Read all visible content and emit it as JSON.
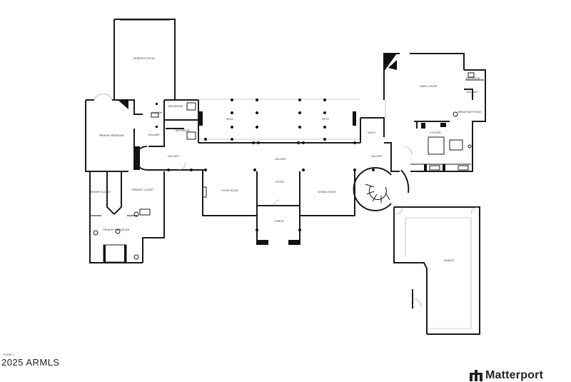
{
  "floorplan": {
    "rooms": {
      "workout_room": "WORKOUT ROOM",
      "primary_bedroom": "PRIMARY BEDROOM",
      "bathroom_top": "BATHROOM",
      "bathroom_mid": "BATHROOM",
      "hallway_left": "HALLWAY",
      "hallway_small": "HALLWAY",
      "patio_left": "PATIO",
      "patio_right": "PATIO",
      "gallery_left": "GALLERY",
      "gallery_center": "GALLERY",
      "gallery_right": "GALLERY",
      "primary_closet_left": "PRIMARY CLOSET",
      "primary_closet_right": "PRIMARY CLOSET",
      "primary_bathroom": "PRIMARY BATHROOM",
      "living_room": "LIVING ROOM",
      "foyer": "FOYER",
      "dining_room": "DINING ROOM",
      "porch": "PORCH",
      "vanity": "VANITY",
      "family_room": "FAMILY ROOM",
      "bathroom_right": "BATHROOM",
      "hallway_right": "HALLWAY",
      "breakfast_room": "BREAKFAST ROOM",
      "kitchen": "KITCHEN",
      "garage": "GARAGE"
    },
    "floor_tag": "FLOOR 1"
  },
  "footer": {
    "copyright": "2025 ARMLS",
    "brand": "Matterport"
  }
}
